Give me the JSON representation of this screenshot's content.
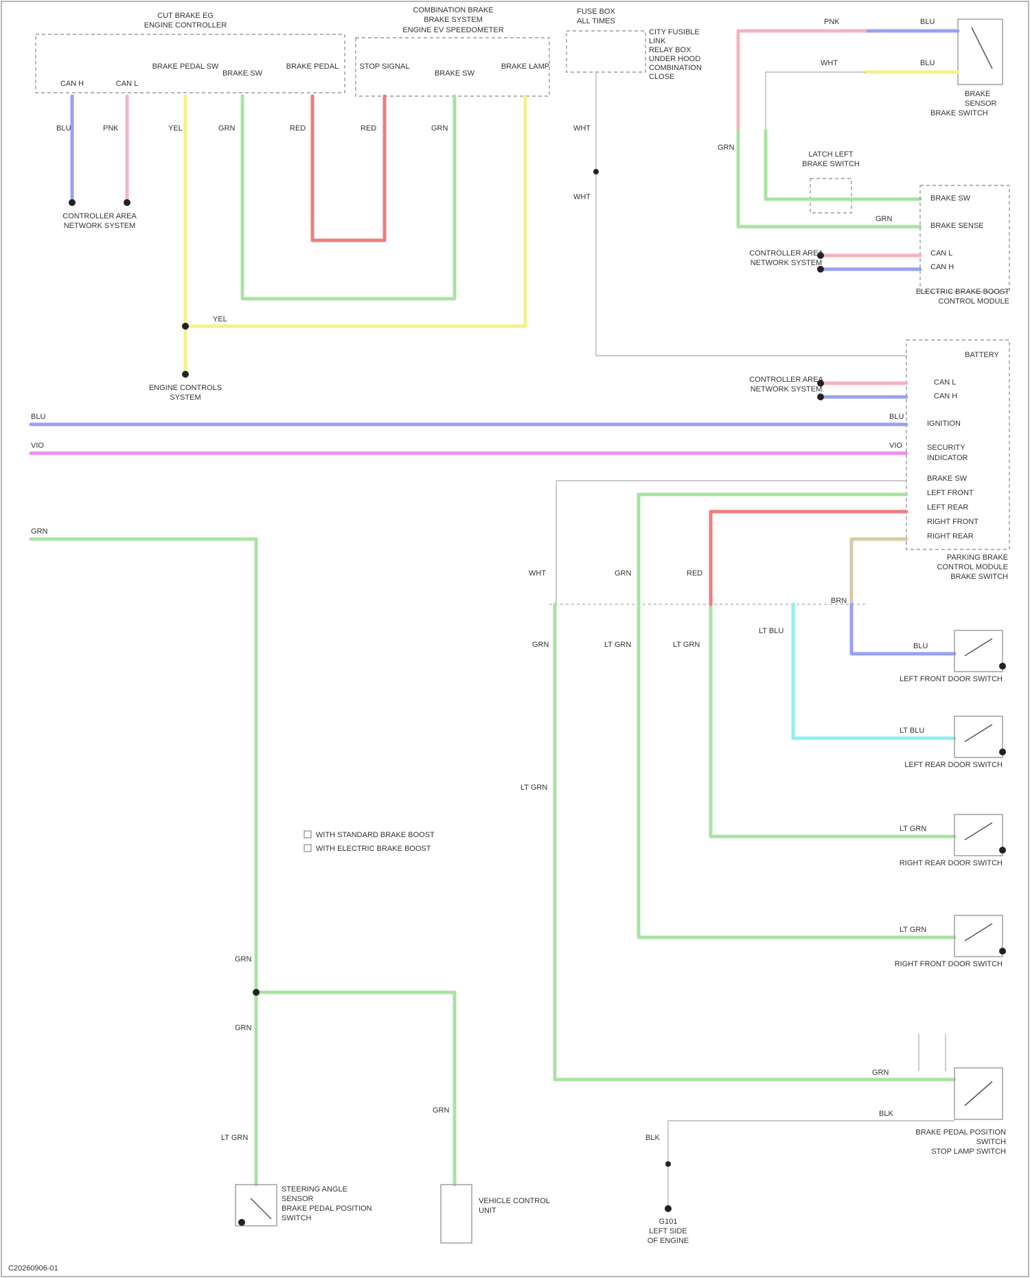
{
  "colors": {
    "blue": "#9aa0f5",
    "pink": "#f5b3c0",
    "yellow": "#f2f28a",
    "green": "#a9e3a4",
    "red": "#f07d7d",
    "violet": "#f08df0",
    "cyan": "#8ff0f0",
    "gray": "#b8b8b8",
    "tan": "#d9c8a6"
  },
  "labels": {
    "ecm_left": [
      "CUT BRAKE EG",
      "ENGINE CONTROLLER"
    ],
    "ecm_right": [
      "COMBINATION BRAKE",
      "BRAKE SYSTEM",
      "ENGINE EV SPEEDOMETER"
    ],
    "fuse_box": [
      "FUSE BOX",
      "ALL TIMES"
    ],
    "fuse_note": [
      "CITY FUSIBLE",
      "LINK",
      "RELAY BOX",
      "UNDER HOOD",
      "COMBINATION",
      "CLOSE"
    ],
    "ecm_pins_left": [
      "CAN H",
      "CAN L",
      "BRAKE PEDAL SW",
      "BRAKE SW",
      "BRAKE PEDAL"
    ],
    "ecm_pins_right": [
      "STOP SIGNAL",
      "BRAKE SW",
      "BRAKE LAMP"
    ],
    "wire_blu": "BLU",
    "wire_pnk": "PNK",
    "wire_yel": "YEL",
    "wire_grn": "GRN",
    "wire_red": "RED",
    "wire_wht": "WHT",
    "wire_vio": "VIO",
    "wire_ltblu": "LT BLU",
    "wire_ltgrn": "LT GRN",
    "wire_blk": "BLK",
    "wire_brn": "BRN",
    "can_system": [
      "CONTROLLER AREA",
      "NETWORK SYSTEM"
    ],
    "engine_control": [
      "ENGINE CONTROLS",
      "SYSTEM"
    ],
    "sensor_top": [
      "BRAKE",
      "SENSOR",
      "BRAKE SWITCH"
    ],
    "latch_box": [
      "LATCH LEFT",
      "BRAKE SWITCH"
    ],
    "actuator_pins": [
      "BRAKE SW",
      "BRAKE SENSE",
      "CAN L",
      "CAN H"
    ],
    "actuator_name": [
      "ELECTRIC BRAKE BOOST",
      "CONTROL MODULE"
    ],
    "ctrl_pins": [
      "BATTERY",
      "CAN L",
      "CAN H",
      "IGNITION",
      "SECURITY",
      "INDICATOR",
      "BRAKE SW",
      "LEFT FRONT",
      "LEFT REAR",
      "RIGHT FRONT",
      "RIGHT REAR"
    ],
    "ctrl_name": [
      "PARKING BRAKE",
      "CONTROL MODULE",
      "BRAKE SWITCH"
    ],
    "switch_lf": "LEFT FRONT DOOR SWITCH",
    "switch_lr": "LEFT REAR DOOR SWITCH",
    "switch_rf": "RIGHT REAR DOOR SWITCH",
    "switch_rr": "RIGHT FRONT DOOR SWITCH",
    "main_switch": [
      "BRAKE PEDAL POSITION",
      "SWITCH",
      "STOP LAMP SWITCH"
    ],
    "ground": [
      "G101",
      "LEFT SIDE",
      "OF ENGINE"
    ],
    "steering_sensor": [
      "STEERING ANGLE",
      "SENSOR",
      "BRAKE PEDAL POSITION",
      "SWITCH"
    ],
    "module_small": [
      "VEHICLE CONTROL",
      "UNIT"
    ],
    "legend": [
      "WITH STANDARD BRAKE BOOST",
      "WITH ELECTRIC BRAKE BOOST"
    ],
    "footer_code": "C20260906-01"
  }
}
